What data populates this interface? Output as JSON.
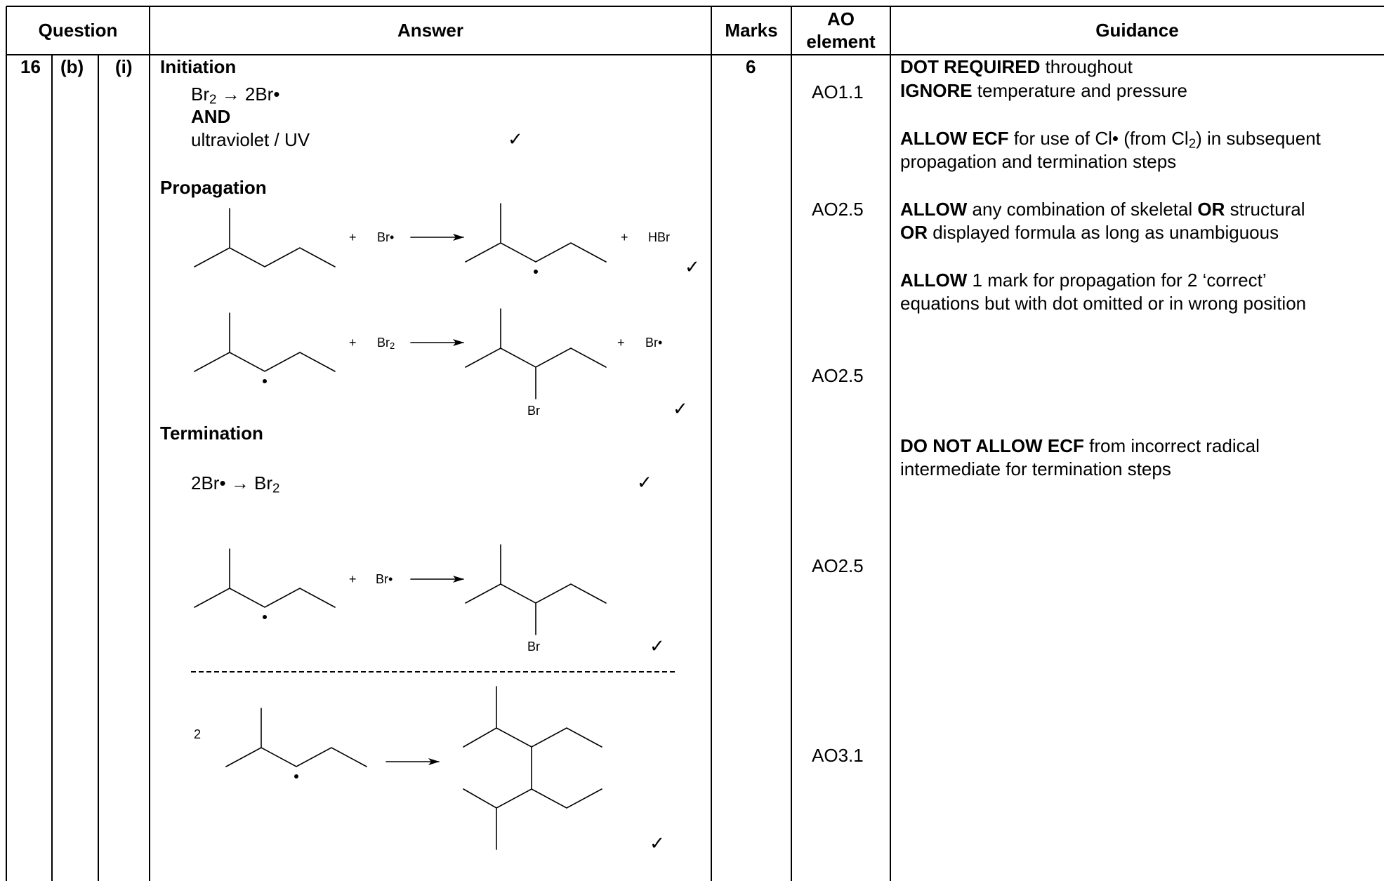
{
  "headers": {
    "question": "Question",
    "answer": "Answer",
    "marks": "Marks",
    "ao_line1": "AO",
    "ao_line2": "element",
    "guidance": "Guidance"
  },
  "question_ref": {
    "number": "16",
    "part": "(b)",
    "subpart": "(i)"
  },
  "marks": "6",
  "answer": {
    "initiation_heading": "Initiation",
    "init_eq_prefix": "Br",
    "init_eq_sub": "2",
    "init_eq_rest": " → 2Br•",
    "and_label": "AND",
    "uv_text": "ultraviolet / UV",
    "propagation_heading": "Propagation",
    "termination_heading": "Termination",
    "term_eq_prefix": "2Br• → Br",
    "term_eq_sub": "2",
    "check_mark": "✓",
    "plus": "+",
    "br_radical": "Br•",
    "hbr": "HBr",
    "br2_main": "Br",
    "br2_sub": "2",
    "br_label": "Br",
    "coefficient_2": "2"
  },
  "ao_elements": [
    "AO1.1",
    "AO2.5",
    "AO2.5",
    "AO2.5",
    "AO3.1"
  ],
  "guidance": {
    "g1_bold": "DOT REQUIRED",
    "g1_rest": " throughout",
    "g2_bold": "IGNORE",
    "g2_rest": " temperature and pressure",
    "g3_bold": "ALLOW ECF",
    "g3_rest_a": " for use of Cl• (from Cl",
    "g3_sub": "2",
    "g3_rest_b": ") in subsequent",
    "g3_line2": "propagation and termination steps",
    "g4_bold": "ALLOW",
    "g4_rest": " any combination of skeletal ",
    "g4_or1": "OR",
    "g4_rest2": " structural",
    "g4_or2": "OR",
    "g4_line2_rest": " displayed formula as long as unambiguous",
    "g5_bold": "ALLOW",
    "g5_rest": " 1 mark for propagation for 2 ‘correct’",
    "g5_line2": "equations but with dot omitted or in wrong position",
    "g6_bold": "DO NOT ALLOW ECF",
    "g6_rest": " from incorrect radical",
    "g6_line2": "intermediate for termination steps"
  }
}
